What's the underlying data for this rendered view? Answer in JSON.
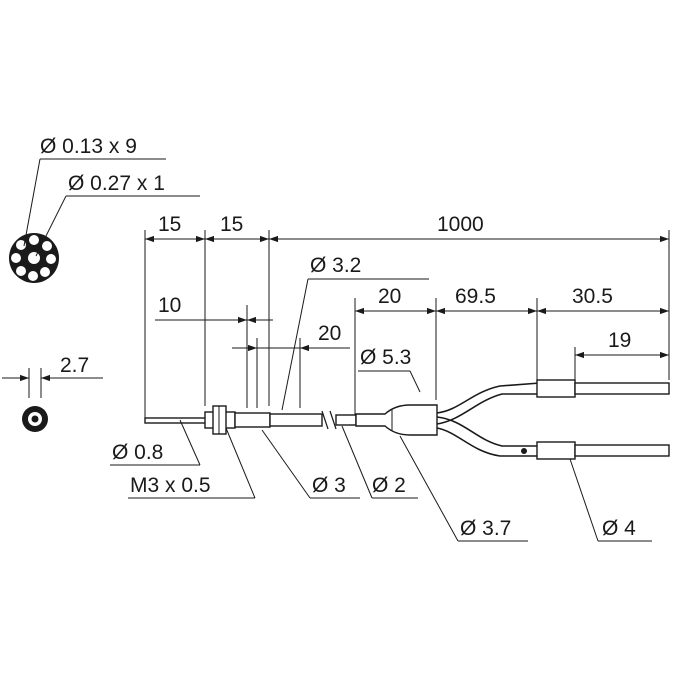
{
  "labels": {
    "fiber_strands": "Ø 0.13 x 9",
    "center_fiber": "Ø 0.27 x 1",
    "head_dia": "2.7",
    "len_15a": "15",
    "len_15b": "15",
    "len_1000": "1000",
    "len_10": "10",
    "dia_3_2": "Ø 3.2",
    "len_20a": "20",
    "len_20b": "20",
    "len_69_5": "69.5",
    "len_30_5": "30.5",
    "len_19": "19",
    "dia_5_3": "Ø 5.3",
    "dia_0_8": "Ø 0.8",
    "thread": "M3 x 0.5",
    "dia_3": "Ø 3",
    "dia_2": "Ø 2",
    "dia_3_7": "Ø 3.7",
    "dia_4": "Ø 4"
  }
}
